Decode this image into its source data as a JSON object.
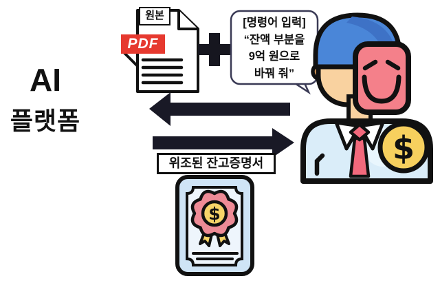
{
  "platform": {
    "line1": "AI",
    "line2": "플랫폼"
  },
  "document": {
    "tag": "원본",
    "format": "PDF"
  },
  "speech_bubble": {
    "lines": [
      "[명령어 입력]",
      "“잔액 부분을",
      "9억 원으로",
      "바꿔 줘”"
    ]
  },
  "forged_label": "위조된 잔고증명서",
  "coin_symbol": "$",
  "seal_symbol": "$",
  "colors": {
    "arrow": "#191926",
    "plus": "#16161f",
    "outline": "#111111",
    "pdf_badge_red": "#e6392f",
    "bubble_border": "#3a3a55",
    "cap_blue": "#4a86d8",
    "cap_blue_dark": "#3e72c6",
    "skin": "#f9d2a0",
    "ear_tan": "#eda65f",
    "mask_pink": "#f4808a",
    "shirt_blue": "#daedf9",
    "shirt_highlight": "#e9f6fd",
    "collar_white": "#ffffff",
    "tie_pink": "#f2697c",
    "coin_yellow": "#f7d05e",
    "cert_bg": "#cfe4f6",
    "cert_inner_bg": "#eef5fc",
    "rosette_pink": "#ee8b96",
    "ribbon_yellow": "#f6d468"
  }
}
